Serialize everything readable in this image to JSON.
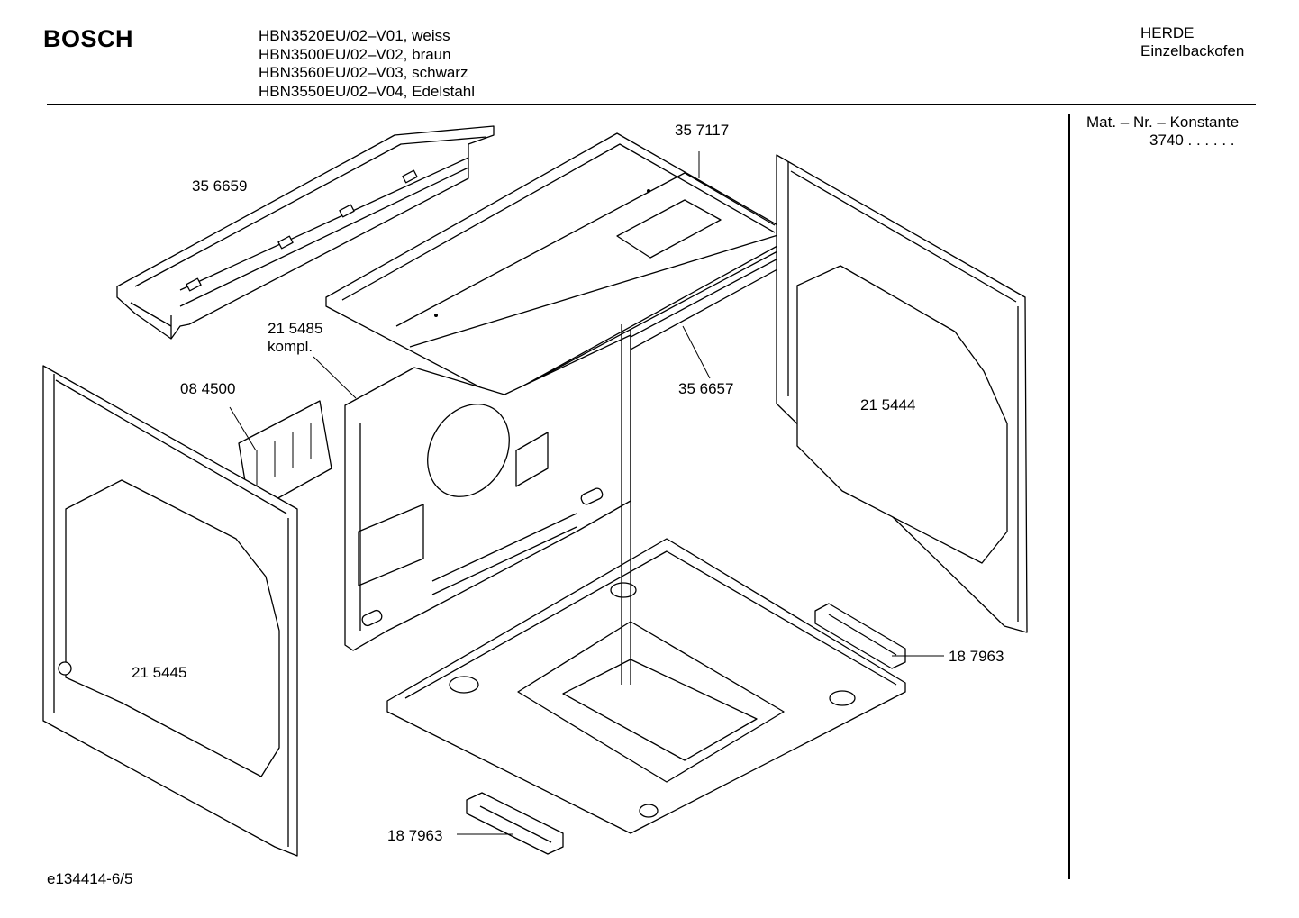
{
  "header": {
    "brand": "BOSCH",
    "models": [
      "HBN3520EU/02–V01, weiss",
      "HBN3500EU/02–V02, braun",
      "HBN3560EU/02–V03, schwarz",
      "HBN3550EU/02–V04, Edelstahl"
    ],
    "category_line1": "HERDE",
    "category_line2": "Einzelbackofen"
  },
  "sidebar": {
    "mat_label": "Mat. – Nr. – Konstante",
    "mat_value": "3740 . . . . . ."
  },
  "parts": {
    "p1": "35 6659",
    "p2": "35  7117",
    "p3_line1": "21 5485",
    "p3_line2": "kompl.",
    "p4": "08 4500",
    "p5": "35 6657",
    "p6": "21 5444",
    "p7": "21 5445",
    "p8": "18 7963",
    "p9": "18 7963"
  },
  "footer": {
    "ref": "e134414-6/5"
  }
}
